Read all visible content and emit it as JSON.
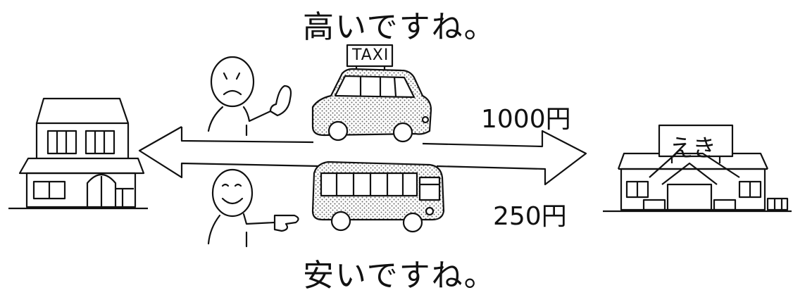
{
  "captions": {
    "top": "高いですね。",
    "bottom": "安いですね。"
  },
  "prices": {
    "taxi": "1000円",
    "bus": "250円"
  },
  "labels": {
    "taxi_sign": "TAXI",
    "station_sign": "えき"
  },
  "icons": {
    "left_building": "house-icon",
    "right_building": "station-icon",
    "taxi": "taxi-icon",
    "bus": "bus-icon",
    "unhappy_person": "sad-person-icon",
    "happy_person": "happy-person-icon",
    "route": "double-arrow-icon"
  }
}
